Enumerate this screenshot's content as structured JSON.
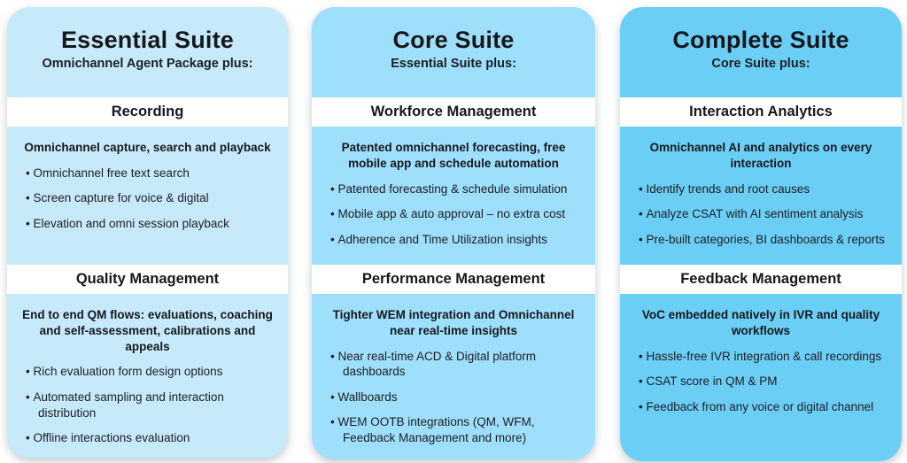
{
  "colors": {
    "page_background": "#ffffff",
    "section_bar_background": "#ffffff",
    "text": "#1b1b1b",
    "card_essential": "#c7eafb",
    "card_core": "#9edffb",
    "card_complete": "#6bcef5"
  },
  "cards": [
    {
      "title": "Essential Suite",
      "subtitle": "Omnichannel Agent Package plus:",
      "background": "#c7eafb",
      "sections": [
        {
          "header": "Recording",
          "intro": "Omnichannel capture, search and playback",
          "bullets": [
            "Omnichannel free text search",
            "Screen capture for voice & digital",
            "Elevation and omni session playback"
          ]
        },
        {
          "header": "Quality Management",
          "intro": "End to end QM flows: evaluations, coaching and self-assessment, calibrations and appeals",
          "bullets": [
            "Rich evaluation form design options",
            "Automated sampling and interaction distribution",
            "Offline interactions evaluation"
          ]
        }
      ]
    },
    {
      "title": "Core Suite",
      "subtitle": "Essential Suite plus:",
      "background": "#9edffb",
      "sections": [
        {
          "header": "Workforce Management",
          "intro": "Patented omnichannel forecasting, free mobile app and schedule automation",
          "bullets": [
            "Patented forecasting & schedule simulation",
            "Mobile app & auto approval – no extra cost",
            "Adherence and Time Utilization insights"
          ]
        },
        {
          "header": "Performance Management",
          "intro": "Tighter WEM integration and Omnichannel near real-time insights",
          "bullets": [
            "Near real-time ACD & Digital platform dashboards",
            "Wallboards",
            "WEM OOTB integrations (QM, WFM, Feedback Management and more)"
          ]
        }
      ]
    },
    {
      "title": "Complete Suite",
      "subtitle": "Core Suite plus:",
      "background": "#6bcef5",
      "sections": [
        {
          "header": "Interaction Analytics",
          "intro": "Omnichannel AI and analytics on every interaction",
          "bullets": [
            "Identify trends and root causes",
            "Analyze CSAT with AI sentiment analysis",
            "Pre-built categories, BI dashboards & reports"
          ]
        },
        {
          "header": "Feedback Management",
          "intro": "VoC embedded natively in IVR and quality workflows",
          "bullets": [
            "Hassle-free IVR integration & call recordings",
            "CSAT score in QM & PM",
            "Feedback from any voice or digital channel"
          ]
        }
      ]
    }
  ]
}
